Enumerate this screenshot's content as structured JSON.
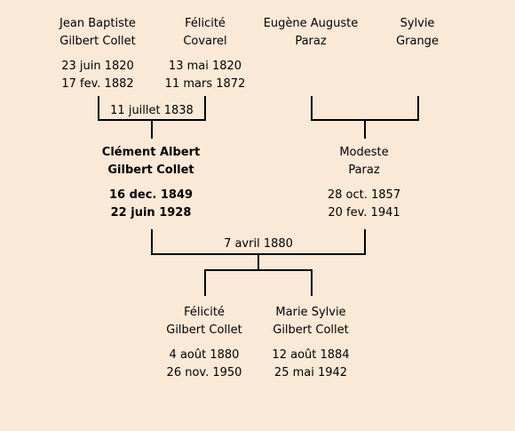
{
  "grandparents": [
    {
      "name1": "Jean Baptiste",
      "name2": "Gilbert Collet",
      "birth": "23 juin 1820",
      "death": "17 fev. 1882"
    },
    {
      "name1": "Félicité",
      "name2": "Covarel",
      "birth": "13 mai 1820",
      "death": "11 mars 1872"
    },
    {
      "name1": "Eugène Auguste",
      "name2": "Paraz",
      "birth": "",
      "death": ""
    },
    {
      "name1": "Sylvie",
      "name2": "Grange",
      "birth": "",
      "death": ""
    }
  ],
  "marriage_top": "11 juillet 1838",
  "parents": [
    {
      "name1": "Clément Albert",
      "name2": "Gilbert Collet",
      "birth": "16 dec. 1849",
      "death": "22 juin 1928"
    },
    {
      "name1": "Modeste",
      "name2": "Paraz",
      "birth": "28 oct. 1857",
      "death": "20 fev. 1941"
    }
  ],
  "marriage_parents": "7 avril 1880",
  "children": [
    {
      "name1": "Félicité",
      "name2": "Gilbert Collet",
      "birth": "4 août 1880",
      "death": "26 nov. 1950"
    },
    {
      "name1": "Marie Sylvie",
      "name2": "Gilbert Collet",
      "birth": "12 août 1884",
      "death": "25 mai 1942"
    }
  ]
}
